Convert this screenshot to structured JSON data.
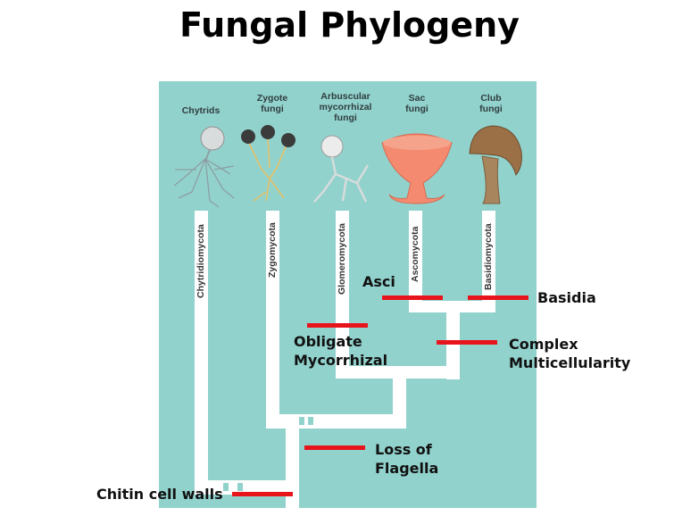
{
  "title": "Fungal Phylogeny",
  "groups": [
    {
      "name": "Chytrids",
      "phylum": "Chytridiomycota"
    },
    {
      "name": "Zygote\nfungi",
      "phylum": "Zygomycota"
    },
    {
      "name": "Arbuscular\nmycorrhizal\nfungi",
      "phylum": "Glomeromycota"
    },
    {
      "name": "Sac\nfungi",
      "phylum": "Ascomycota"
    },
    {
      "name": "Club\nfungi",
      "phylum": "Basidiomycota"
    }
  ],
  "annotations": {
    "asci": "Asci",
    "basidia": "Basidia",
    "obligate_line1": "Obligate",
    "obligate_line2": "Mycorrhizal",
    "complex_line1": "Complex",
    "complex_line2": "Multicellularity",
    "flagella_line1": "Loss of",
    "flagella_line2": "Flagella",
    "chitin": "Chitin cell walls"
  },
  "colors": {
    "panel": "#92d2cd",
    "branch": "#ffffff",
    "marker": "#e8141c"
  }
}
